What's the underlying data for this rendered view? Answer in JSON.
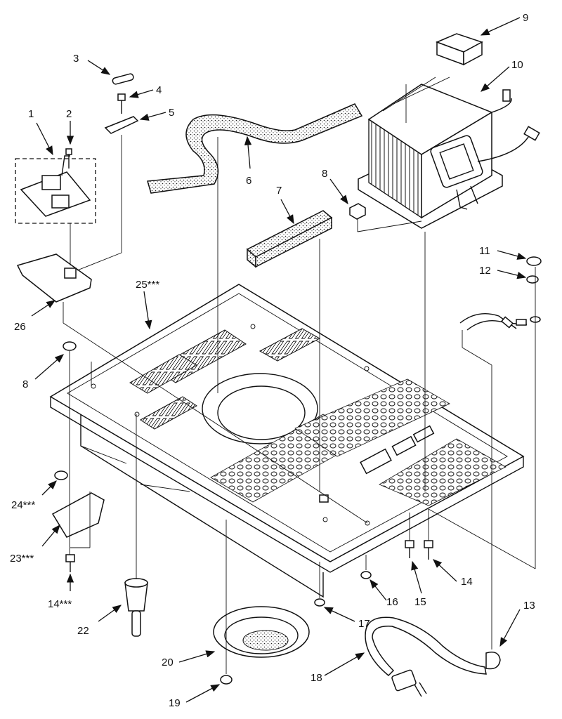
{
  "callouts": {
    "c1": "1",
    "c2": "2",
    "c3": "3",
    "c4": "4",
    "c5": "5",
    "c6": "6",
    "c7": "7",
    "c8a": "8",
    "c8b": "8",
    "c9": "9",
    "c10": "10",
    "c11": "11",
    "c12": "12",
    "c13": "13",
    "c14a": "14",
    "c14b": "14***",
    "c15": "15",
    "c16": "16",
    "c17": "17",
    "c18": "18",
    "c19": "19",
    "c20": "20",
    "c22": "22",
    "c23": "23***",
    "c24": "24***",
    "c25": "25***",
    "c26": "26"
  }
}
